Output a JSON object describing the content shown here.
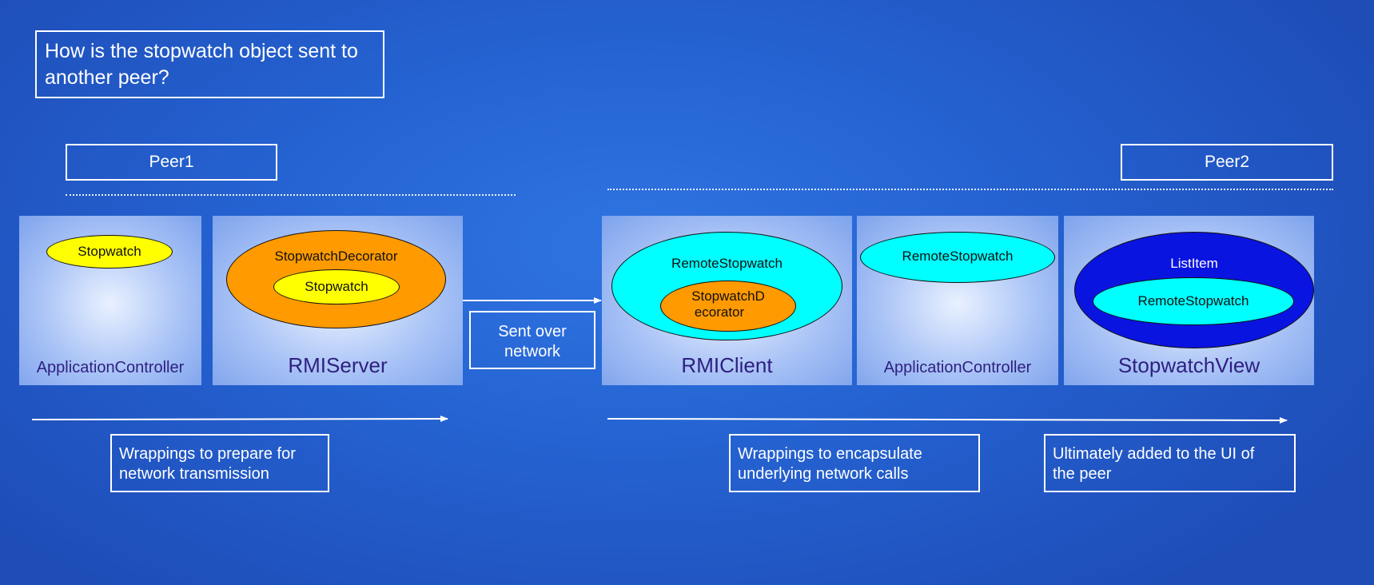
{
  "title": "How is the stopwatch object sent to another peer?",
  "peers": {
    "peer1": "Peer1",
    "peer2": "Peer2"
  },
  "panels": {
    "app_controller_1": {
      "label": "ApplicationController",
      "ellipse": "Stopwatch"
    },
    "rmi_server": {
      "label": "RMIServer",
      "outer": "StopwatchDecorator",
      "inner": "Stopwatch"
    },
    "rmi_client": {
      "label": "RMIClient",
      "outer": "RemoteStopwatch",
      "inner_line1": "StopwatchD",
      "inner_line2": "ecorator"
    },
    "app_controller_2": {
      "label": "ApplicationController",
      "ellipse": "RemoteStopwatch"
    },
    "stopwatch_view": {
      "label": "StopwatchView",
      "outer": "ListItem",
      "inner": "RemoteStopwatch"
    }
  },
  "sent_over": {
    "line1": "Sent over",
    "line2": "network"
  },
  "notes": {
    "prepare_line1": "Wrappings to prepare for",
    "prepare_line2": "network transmission",
    "encapsulate_line1": "Wrappings to encapsulate",
    "encapsulate_line2": "underlying network calls",
    "ui_line1": "Ultimately added to the UI of",
    "ui_line2": "the peer"
  },
  "colors": {
    "background": "#2563d2",
    "panel": "#a9c3f6",
    "stopwatch_yellow": "#ffff00",
    "decorator_orange": "#ff9a00",
    "remote_cyan": "#00ffff",
    "listitem_blue": "#0a14e0",
    "panel_label": "#2e1f80"
  }
}
